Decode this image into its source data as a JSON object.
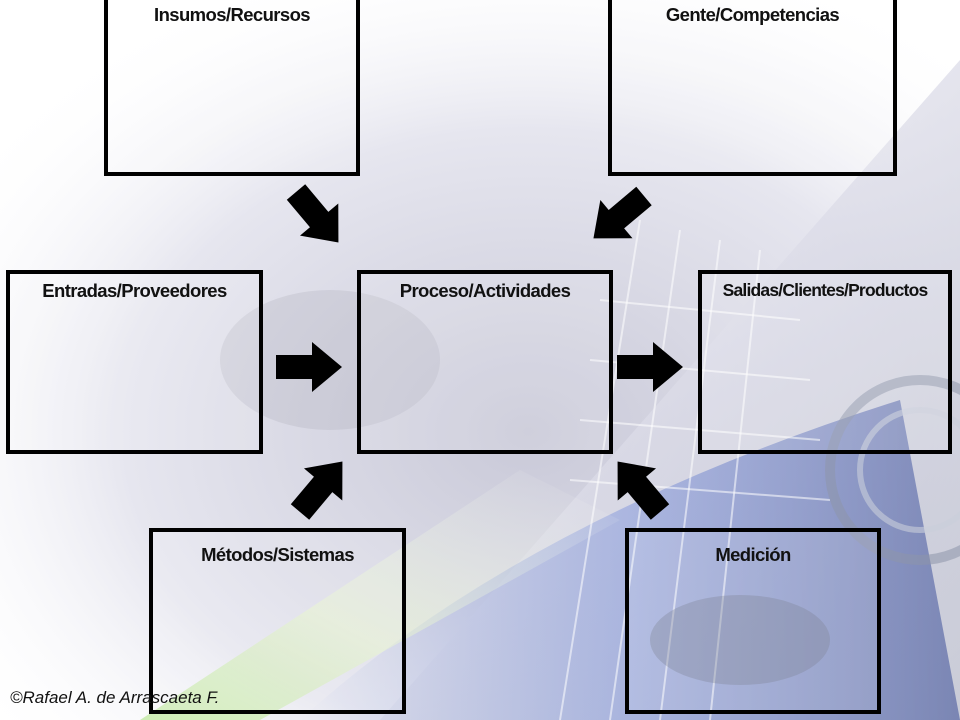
{
  "diagram": {
    "nodes": {
      "insumos": {
        "label": "Insumos/Recursos"
      },
      "gente": {
        "label": "Gente/Competencias"
      },
      "entradas": {
        "label": "Entradas/Proveedores"
      },
      "proceso": {
        "label": "Proceso/Actividades"
      },
      "salidas": {
        "label": "Salidas/Clientes/Productos"
      },
      "metodos": {
        "label": "Métodos/Sistemas"
      },
      "medicion": {
        "label": "Medición"
      }
    },
    "edges": [
      {
        "from": "insumos",
        "to": "proceso"
      },
      {
        "from": "gente",
        "to": "proceso"
      },
      {
        "from": "entradas",
        "to": "proceso"
      },
      {
        "from": "proceso",
        "to": "salidas"
      },
      {
        "from": "metodos",
        "to": "proceso"
      },
      {
        "from": "medicion",
        "to": "proceso"
      }
    ]
  },
  "footer": {
    "copyright": "©Rafael A. de Arrascaeta F."
  }
}
